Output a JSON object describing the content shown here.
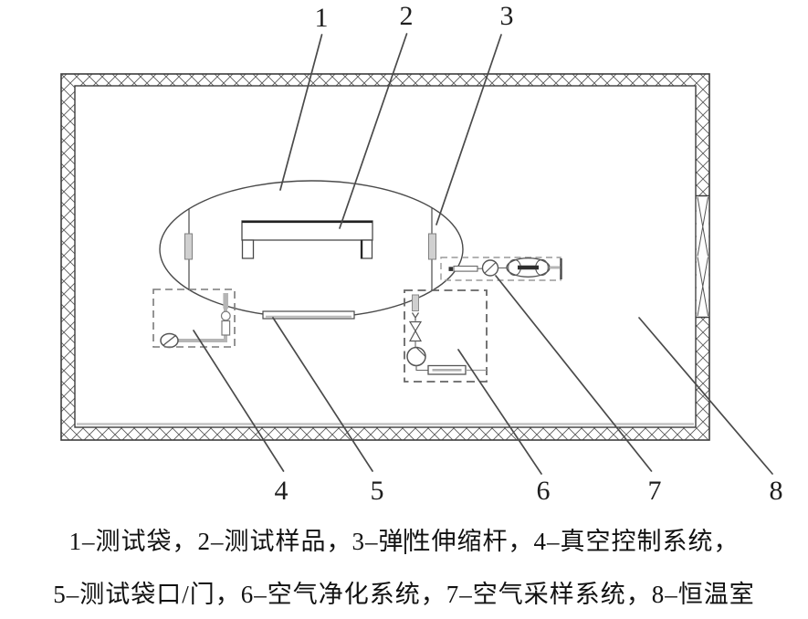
{
  "figure": {
    "callouts": [
      "1",
      "2",
      "3",
      "4",
      "5",
      "6",
      "7",
      "8"
    ],
    "legend": [
      {
        "number": "1",
        "label": "测试袋"
      },
      {
        "number": "2",
        "label": "测试样品"
      },
      {
        "number": "3",
        "label": "弹性伸缩杆"
      },
      {
        "number": "4",
        "label": "真空控制系统"
      },
      {
        "number": "5",
        "label": "测试袋口/门"
      },
      {
        "number": "6",
        "label": "空气净化系统"
      },
      {
        "number": "7",
        "label": "空气采样系统"
      },
      {
        "number": "8",
        "label": "恒温室"
      }
    ],
    "caption": {
      "line1_before_cursor": "1–测试袋，2–测试样品，3–弹",
      "line1_after_cursor": "性伸缩杆，4–真空控制系统，",
      "line2": "5–测试袋口/门，6–空气净化系统，7–空气采样系统，8–恒温室"
    },
    "colors": {
      "line": "#4a4a4a",
      "dashed_box": "#7a7a7a",
      "pipe_gray": "#b5b5b5",
      "background": "#ffffff"
    }
  }
}
